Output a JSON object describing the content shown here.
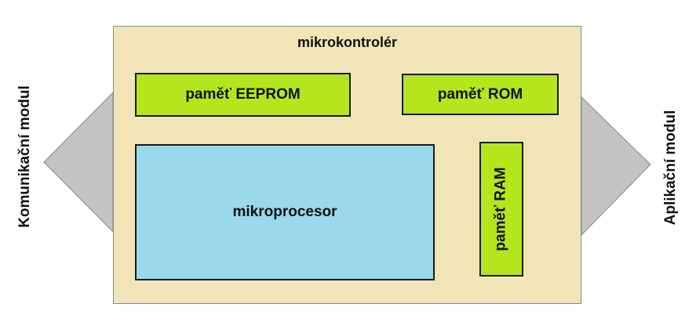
{
  "diagram": {
    "microcontroller": {
      "title": "mikrokontrolér",
      "fill": "#f1e5b8"
    },
    "blocks": {
      "eeprom": "paměť EEPROM",
      "rom": "paměť ROM",
      "cpu": "mikroprocesor",
      "ram": "paměť RAM"
    },
    "modules": {
      "left": "Komunikační modul",
      "right": "Aplikační modul"
    },
    "colors": {
      "memory": "#b5e61d",
      "processor": "#99d9ea",
      "module_wing": "#c3c3c3"
    }
  }
}
